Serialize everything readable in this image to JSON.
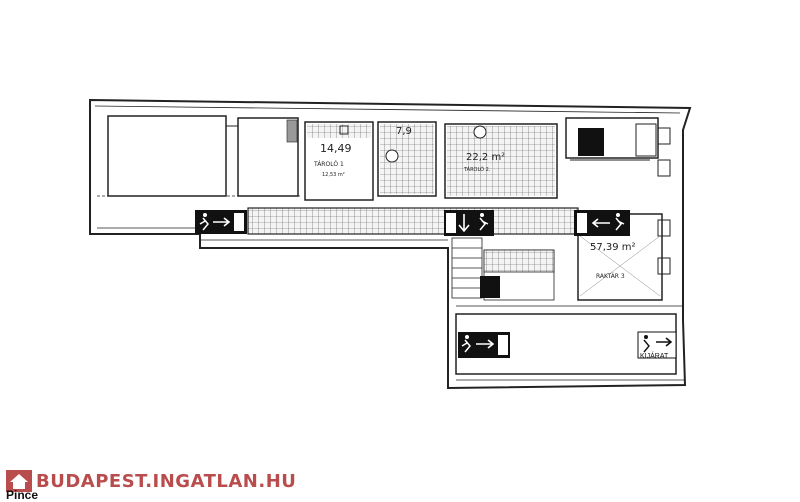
{
  "floor_plan": {
    "caption": "Pince",
    "watermark": "BUDAPEST.INGATLAN.HU",
    "room_labels": [
      {
        "text": "14,49"
      },
      {
        "text": "TÁROLÓ 1"
      },
      {
        "text": "12,53 m²"
      },
      {
        "text": "7,9"
      },
      {
        "text": "22,2 m²"
      },
      {
        "text": "TÁROLÓ 2."
      },
      {
        "text": "57,39 m²"
      },
      {
        "text": "RAKTÁR 3"
      }
    ],
    "exit_label": "KIJÁRAT",
    "colors": {
      "line": "#222222",
      "exit_sign": "#111111",
      "watermark": "#b23a3a"
    },
    "icons": [
      "exit-sign-right-icon",
      "exit-sign-down-icon",
      "exit-sign-left-icon",
      "fire-extinguisher-icon"
    ]
  }
}
